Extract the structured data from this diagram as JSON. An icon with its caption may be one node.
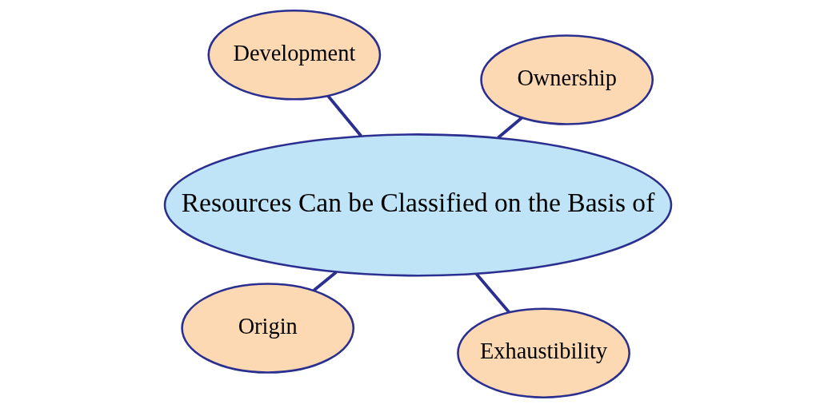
{
  "diagram": {
    "nodes": [
      {
        "text": [
          "Origin"
        ]
      },
      {
        "text": [
          "Exhaustibility"
        ]
      },
      {
        "text": [
          "Resources Can be Classified on the Basis of"
        ]
      },
      {
        "text": [
          "Development"
        ]
      },
      {
        "text": [
          "Ownership"
        ]
      }
    ],
    "edges": [
      {
        "from": 2,
        "to": 0,
        "arrow": "none"
      },
      {
        "from": 2,
        "to": 1,
        "arrow": "none"
      },
      {
        "from": 2,
        "to": 3,
        "arrow": "none"
      },
      {
        "from": 2,
        "to": 4,
        "arrow": "none"
      }
    ]
  }
}
